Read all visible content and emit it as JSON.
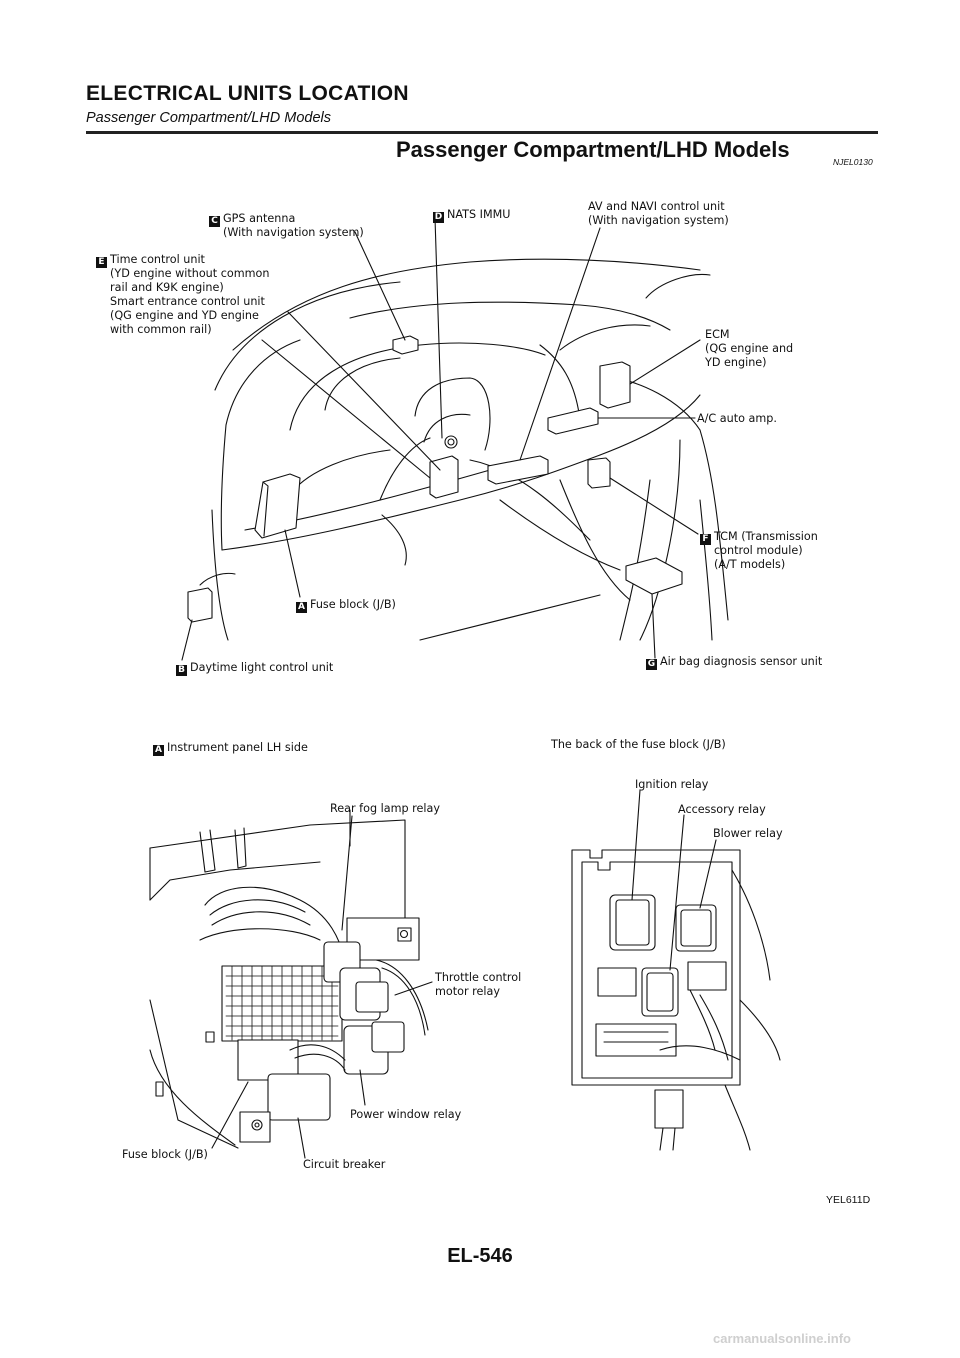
{
  "header": {
    "title": "ELECTRICAL UNITS LOCATION",
    "subtitle": "Passenger Compartment/LHD Models"
  },
  "section": {
    "title": "Passenger Compartment/LHD Models",
    "code": "NJEL0130"
  },
  "top_figure": {
    "labels": {
      "c": {
        "marker": "C",
        "text": "GPS antenna\n(With navigation system)"
      },
      "d": {
        "marker": "D",
        "text": "NATS IMMU"
      },
      "av": {
        "text": "AV and NAVI control unit\n(With navigation system)"
      },
      "e": {
        "marker": "E",
        "text": "Time control unit\n(YD engine without common\nrail and K9K engine)\nSmart entrance control unit\n(QG engine and YD engine\nwith common rail)"
      },
      "ecm": {
        "text": "ECM\n(QG engine and\nYD engine)"
      },
      "ac": {
        "text": "A/C auto amp."
      },
      "f": {
        "marker": "F",
        "text": "TCM (Transmission\ncontrol module)\n(A/T models)"
      },
      "a": {
        "marker": "A",
        "text": "Fuse block (J/B)"
      },
      "g": {
        "marker": "G",
        "text": "Air bag diagnosis sensor unit"
      },
      "b": {
        "marker": "B",
        "text": "Daytime light control unit"
      }
    }
  },
  "left_figure": {
    "title_marker": "A",
    "title": "Instrument panel LH side",
    "labels": {
      "rear_fog": "Rear fog lamp relay",
      "throttle": "Throttle control\nmotor relay",
      "power_window": "Power window relay",
      "fuse_block": "Fuse block (J/B)",
      "circuit_breaker": "Circuit breaker"
    }
  },
  "right_figure": {
    "title": "The back of the fuse block (J/B)",
    "labels": {
      "ignition": "Ignition relay",
      "accessory": "Accessory relay",
      "blower": "Blower relay"
    }
  },
  "figure_code": "YEL611D",
  "page_number": "EL-546",
  "watermark": "carmanualsonline.info"
}
